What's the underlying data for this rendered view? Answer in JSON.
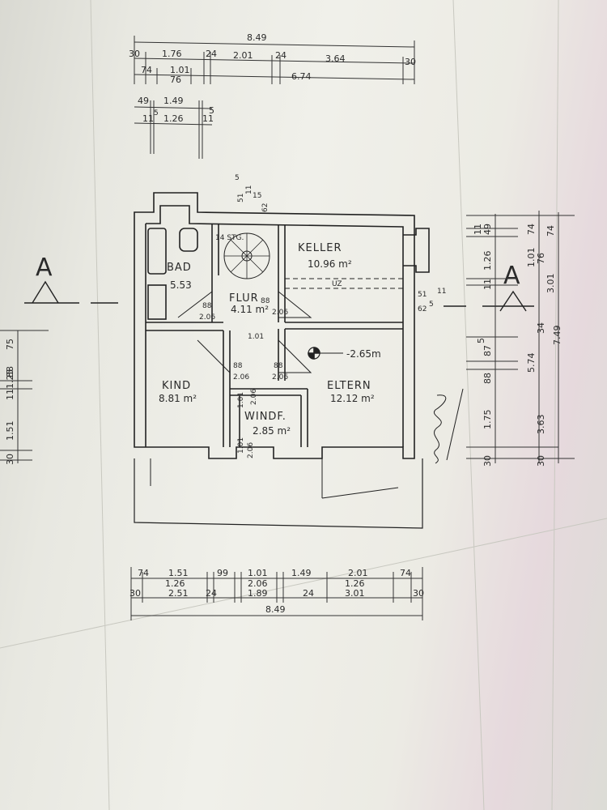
{
  "plan": {
    "top_dims": {
      "row1": [
        "8.49"
      ],
      "row2": [
        "30",
        "1.76",
        "24",
        "2.01",
        "24",
        "3.64",
        "30"
      ],
      "row3": [
        "74",
        "1.01",
        "76",
        "6.74"
      ],
      "row4": [
        "49",
        "1.49",
        "5"
      ],
      "row5": [
        "11",
        "5",
        "1.26",
        "11"
      ]
    },
    "bottom_dims": {
      "row1": [
        "74",
        "1.51",
        "99",
        "1.01",
        "1.49",
        "2.01",
        "74"
      ],
      "row2": [
        "1.26",
        "2.06",
        "1.26"
      ],
      "row3": [
        "30",
        "2.51",
        "24",
        "1.89",
        "24",
        "3.01",
        "30"
      ],
      "row4": [
        "8.49"
      ]
    },
    "left_dims": [
      "75",
      "88",
      "1.25",
      "11",
      "1.51",
      "30"
    ],
    "right_dims": [
      "74",
      "1.01",
      "74",
      "76",
      "1.26",
      "3.01",
      "34",
      "5.74",
      "87",
      "88",
      "3.63",
      "7.49",
      "1.75",
      "30",
      "30",
      "11",
      "49",
      "11",
      "5"
    ],
    "stair_dims": [
      "5",
      "51",
      "11",
      "15",
      "62"
    ],
    "rooms": {
      "bad": {
        "name": "BAD",
        "area": "5.53"
      },
      "keller": {
        "name": "KELLER",
        "area": "10.96 m²",
        "uz": "UZ"
      },
      "flur": {
        "name": "FLUR",
        "area": "4.11 m²"
      },
      "kind": {
        "name": "KIND",
        "area": "8.81 m²"
      },
      "eltern": {
        "name": "ELTERN",
        "area": "12.12 m²"
      },
      "windf": {
        "name": "WINDF.",
        "area": "2.85 m²"
      }
    },
    "stair_label": "14 STG.",
    "door_labels": [
      "88",
      "2.06",
      "88",
      "2.06",
      "88",
      "2.06",
      "88",
      "2.06"
    ],
    "level_mark": "-2.65m",
    "section_marks": [
      "A",
      "A"
    ],
    "misc_dims": [
      "1.01",
      "1.01",
      "2.06",
      "1.01",
      "2.06",
      "51",
      "62",
      "11",
      "5"
    ]
  }
}
